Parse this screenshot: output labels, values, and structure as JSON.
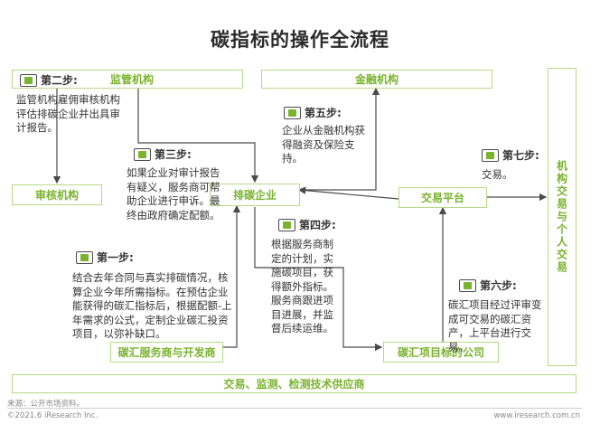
{
  "title": "碳指标的操作全流程",
  "boxes": {
    "regulator": "监管机构",
    "finance": "金融机构",
    "exchange_inst": "机构交易与个人交易",
    "audit": "审核机构",
    "emitter": "排碳企业",
    "trading_platform": "交易平台",
    "service_provider": "碳汇服务商与开发商",
    "project_company": "碳汇项目标的公司",
    "supply": "交易、监测、检测技术供应商"
  },
  "steps": {
    "s1": {
      "label": "第一步:",
      "text": "结合去年合同与真实排碳情况，核算企业今年所需指标。在预估企业能获得的碳汇指标后，根据配额-上年需求的公式，定制企业碳汇投资项目，以弥补缺口。"
    },
    "s2": {
      "label": "第二步:",
      "text": "监管机构雇佣审核机构评估排碳企业并出具审计报告。"
    },
    "s3": {
      "label": "第三步:",
      "text": "如果企业对审计报告有疑义，服务商可帮助企业进行申诉。最终由政府确定配额。"
    },
    "s4": {
      "label": "第四步:",
      "text": "根据服务商制定的计划，实施碳项目，获得额外指标。服务商跟进项目进展，并监督后续运维。"
    },
    "s5": {
      "label": "第五步:",
      "text": "企业从金融机构获得融资及保险支持。"
    },
    "s6": {
      "label": "第六步:",
      "text": "碳汇项目经过评审变成可交易的碳汇资产，上平台进行交易。"
    },
    "s7": {
      "label": "第七步:",
      "text": "交易。"
    }
  },
  "footer": {
    "source": "来源：公开市场资料。",
    "copyright": "©2021.6 iResearch Inc.",
    "url": "www.iresearch.com.cn"
  },
  "colors": {
    "accent": "#7ab32e",
    "border": "#b7d986",
    "line": "#4a4a4a"
  }
}
